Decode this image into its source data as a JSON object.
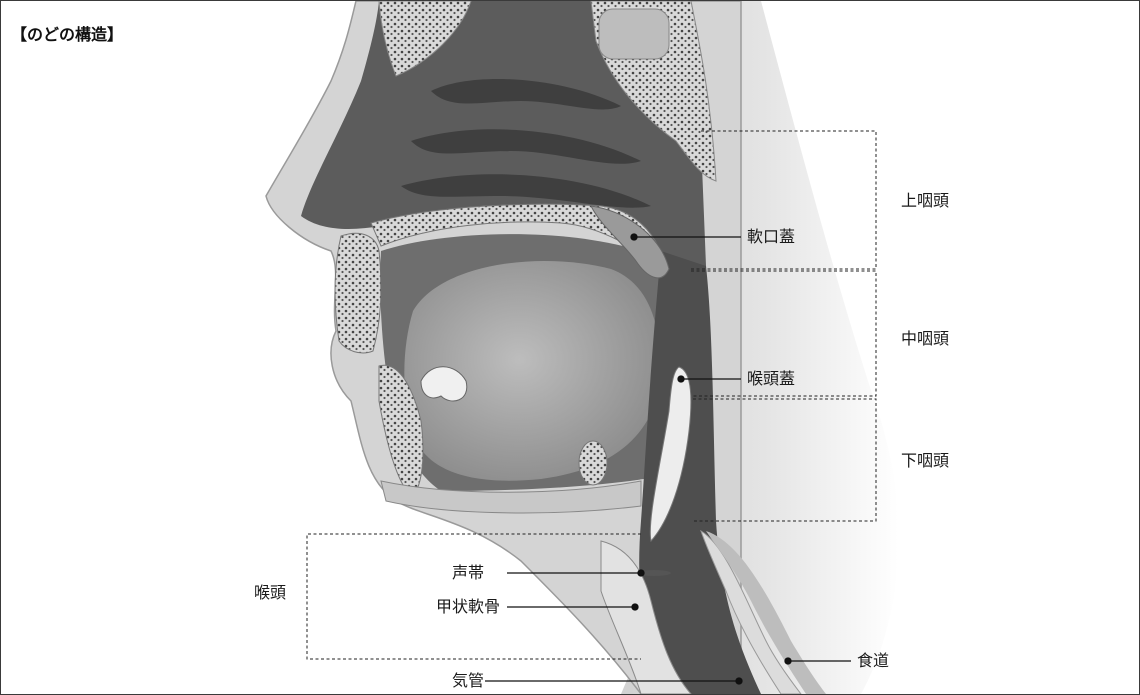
{
  "title": "【のどの構造】",
  "labels": {
    "soft_palate": "軟口蓋",
    "epiglottis": "喉頭蓋",
    "vocal_cords": "声帯",
    "thyroid_cartilage": "甲状軟骨",
    "trachea": "気管",
    "esophagus": "食道",
    "upper_pharynx": "上咽頭",
    "middle_pharynx": "中咽頭",
    "lower_pharynx": "下咽頭",
    "larynx": "喉頭"
  }
}
